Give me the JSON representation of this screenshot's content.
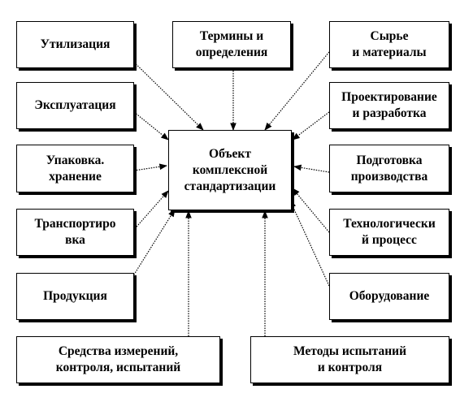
{
  "diagram": {
    "center": "Объект\nкомплексной\nстандартизации",
    "left": [
      "Утилизация",
      "Эксплуатация",
      "Упаковка.\nхранение",
      "Транспортиро\nвка",
      "Продукция"
    ],
    "top": "Термины и\nопределения",
    "right": [
      "Сырье\nи материалы",
      "Проектирование\nи разработка",
      "Подготовка\nпроизводства",
      "Технологически\nй процесс",
      "Оборудование"
    ],
    "bottom": [
      "Средства измерений,\nконтроля, испытаний",
      "Методы испытаний\nи контроля"
    ]
  }
}
